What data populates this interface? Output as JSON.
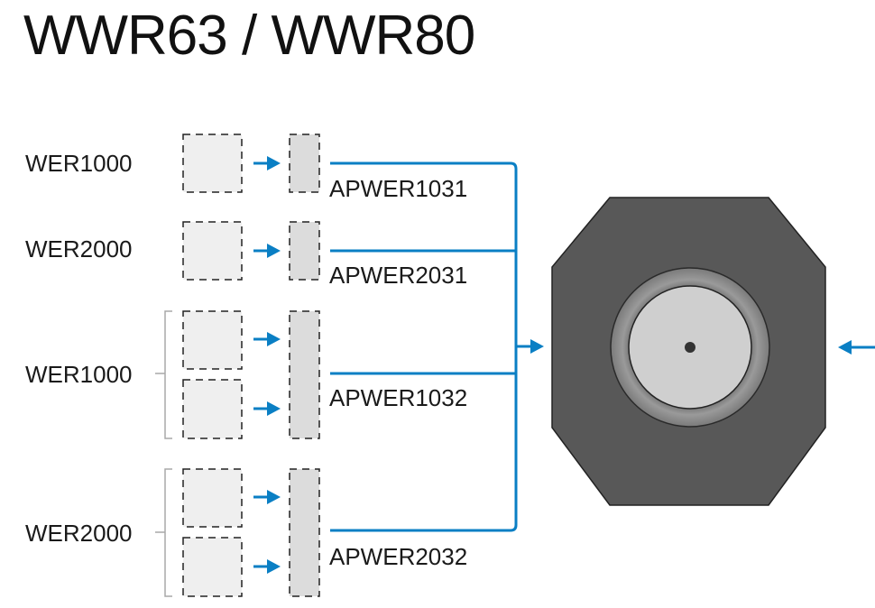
{
  "title": "WWR63 / WWR80",
  "colors": {
    "arrow": "#0a7fc4",
    "module_fill": "#efefef",
    "adapter_fill": "#dcdcdc",
    "dashed_stroke": "#222222",
    "housing": "#585858",
    "inner_ring": "#8a8a8a",
    "core": "#cfcfcf",
    "bracket": "#a8a8a8"
  },
  "rows": [
    {
      "wer_label": "WER1000",
      "adapter_label": "APWER1031"
    },
    {
      "wer_label": "WER2000",
      "adapter_label": "APWER2031"
    },
    {
      "wer_label": "WER1000",
      "adapter_label": "APWER1032"
    },
    {
      "wer_label": "WER2000",
      "adapter_label": "APWER2032"
    }
  ]
}
